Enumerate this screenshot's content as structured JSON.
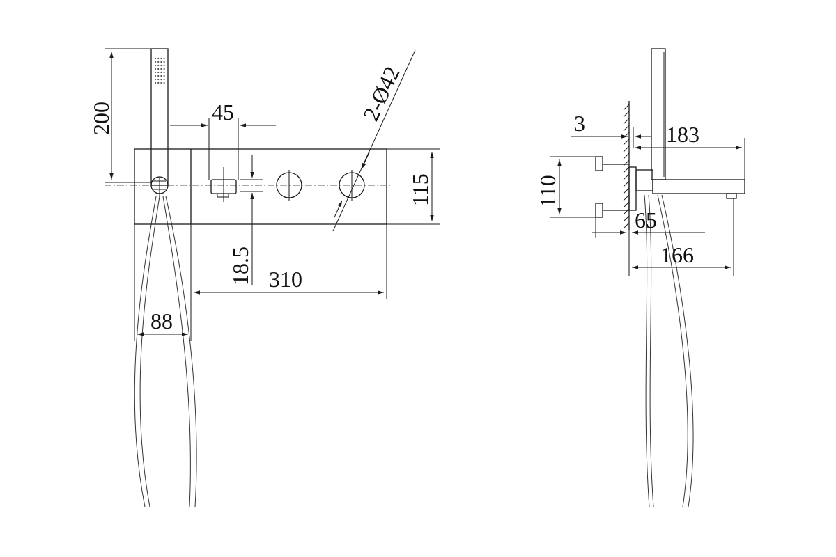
{
  "front_view": {
    "dimensions": {
      "handshower_height": "200",
      "control_spacing": "45",
      "hole_diameter": "2-Ø42",
      "panel_height": "115",
      "axis_offset": "18.5",
      "panel_length": "310",
      "hose_spacing": "88"
    }
  },
  "side_view": {
    "dimensions": {
      "wall_gap": "3",
      "spout_projection": "183",
      "flange_height": "110",
      "body_depth": "65",
      "spout_outlet": "166"
    }
  }
}
